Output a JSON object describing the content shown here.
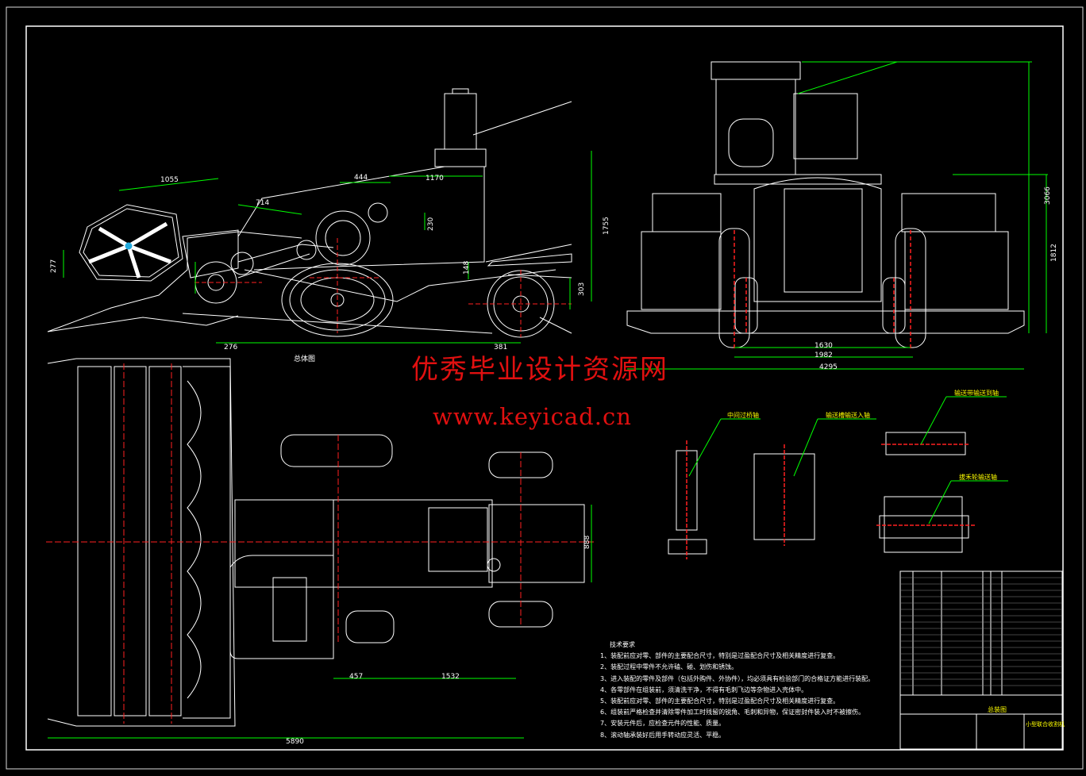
{
  "drawing": {
    "watermark_cn": "优秀毕业设计资源网",
    "watermark_url": "www.keyicad.cn",
    "side_view_label": "总体图",
    "dimensions": {
      "d1055": "1055",
      "d277": "277",
      "d714": "714",
      "d444": "444",
      "d1170": "1170",
      "d230": "230",
      "d1755": "1755",
      "d148": "148",
      "d303": "303",
      "d276": "276",
      "d381": "381",
      "d3066": "3066",
      "d1812": "1812",
      "d1630": "1630",
      "d1982": "1982",
      "d4295": "4295",
      "d888": "888",
      "d457": "457",
      "d1532": "1532",
      "d5890": "5890"
    },
    "detail_labels": {
      "a": "中间过桥轴",
      "b": "输送槽输送入轴",
      "c": "输送带输送到轴",
      "d": "拔禾轮输送轴"
    },
    "tech_requirements": {
      "title": "技术要求",
      "items": [
        "1、装配前应对零、部件的主要配合尺寸，特别是过盈配合尺寸及相关精度进行复查。",
        "2、装配过程中零件不允许磕、碰、划伤和锈蚀。",
        "3、进入装配的零件及部件（包括外购件、外协件），均必须具有检验部门的合格证方能进行装配。",
        "4、各零部件在组装前，须清洗干净，不得有毛刺飞边等杂物进入壳体中。",
        "5、装配前应对零、部件的主要配合尺寸，特别是过盈配合尺寸及相关精度进行复查。",
        "6、组装前严格检查并清除零件加工时残留的锐角、毛刺和异物，保证密封件装入时不被擦伤。",
        "7、安装元件后，应检查元件的性能、质量。",
        "8、滚动轴承装好后用手转动应灵活、平稳。"
      ]
    },
    "title_block": {
      "drawing_name": "总装图",
      "part_name": "小型联合收割机"
    },
    "colors": {
      "background": "#000000",
      "line": "#ffffff",
      "dimension": "#00ff00",
      "centerline": "#ff2020",
      "watermark": "#e01010",
      "accent": "#ffff00"
    }
  }
}
